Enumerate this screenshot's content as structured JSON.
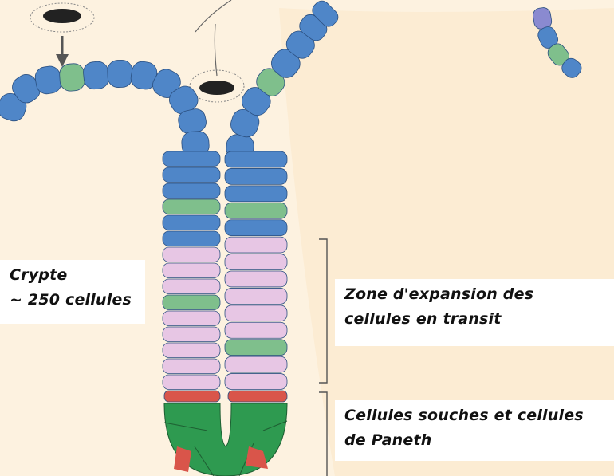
{
  "labels": {
    "crypte": {
      "line1": "Crypte",
      "line2": "~ 250 cellules"
    },
    "zone": {
      "line1": "Zone d'expansion des",
      "line2": "cellules en transit"
    },
    "stem": {
      "line1": "Cellules souches et cellules",
      "line2": "de Paneth"
    }
  },
  "colors": {
    "background": "#fdf2e0",
    "villus_cell": "#4f86c8",
    "goblet_cell": "#7fbf8c",
    "transit_cell": "#e7c6e4",
    "stem_cell": "#2e9a50",
    "paneth_cell": "#d9554a",
    "bracket": "#555555"
  }
}
